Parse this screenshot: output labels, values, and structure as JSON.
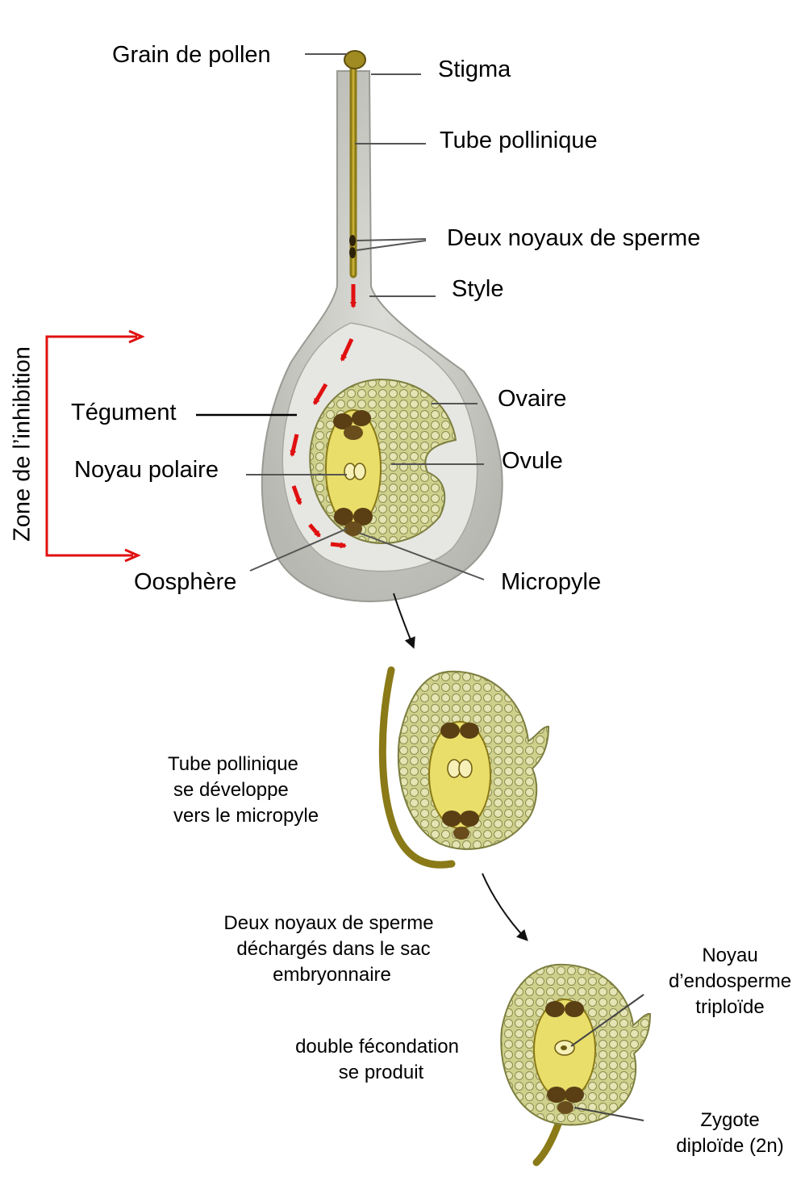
{
  "labels": {
    "grain_de_pollen": "Grain de pollen",
    "stigma": "Stigma",
    "tube_pollinique": "Tube pollinique",
    "deux_noyaux_de_sperme": "Deux noyaux de sperme",
    "style": "Style",
    "zone_inhibition": "Zone de l’inhibition",
    "tegument": "Tégument",
    "ovaire": "Ovaire",
    "noyau_polaire": "Noyau polaire",
    "ovule": "Ovule",
    "oosphere": "Oosphère",
    "micropyle": "Micropyle"
  },
  "captions": {
    "step1": [
      "Tube pollinique",
      "se développe",
      "vers le micropyle"
    ],
    "step2": [
      "Deux noyaux de sperme",
      "déchargés dans le sac",
      "embryonnaire"
    ],
    "step3": [
      "double fécondation",
      "se produit"
    ]
  },
  "final_labels": {
    "noyau_endosperme": [
      "Noyau",
      "d’endosperme",
      "triploïde"
    ],
    "zygote": [
      "Zygote",
      "diploïde (2n)"
    ]
  },
  "colors": {
    "arrow_red": "#e01010",
    "pistil_grey": "#c9c9c6",
    "ovule_green": "#bfc27a",
    "embryo_yellow": "#e9de6a",
    "pollen_tube": "#8a7a18"
  }
}
